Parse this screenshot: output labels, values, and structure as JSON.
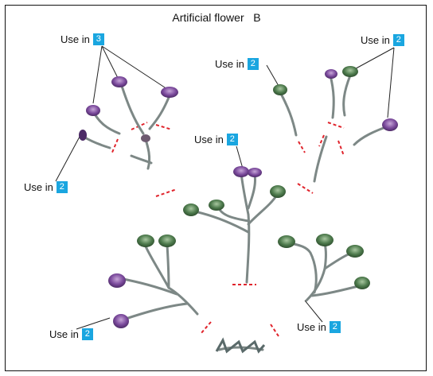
{
  "title": "Artificial flower   B",
  "callouts": [
    {
      "label": "Use in",
      "count": "3"
    },
    {
      "label": "Use in",
      "count": "2"
    },
    {
      "label": "Use in",
      "count": "2"
    },
    {
      "label": "Use in",
      "count": "2"
    },
    {
      "label": "Use in",
      "count": "2"
    },
    {
      "label": "Use in",
      "count": "2"
    },
    {
      "label": "Use in",
      "count": "2"
    }
  ],
  "colors": {
    "badge": "#1aa6e0",
    "cut_mark": "#e0242c",
    "stem": "#7d8886",
    "petal_purple": "#7b4a9c",
    "petal_green": "#4d7a4c"
  }
}
